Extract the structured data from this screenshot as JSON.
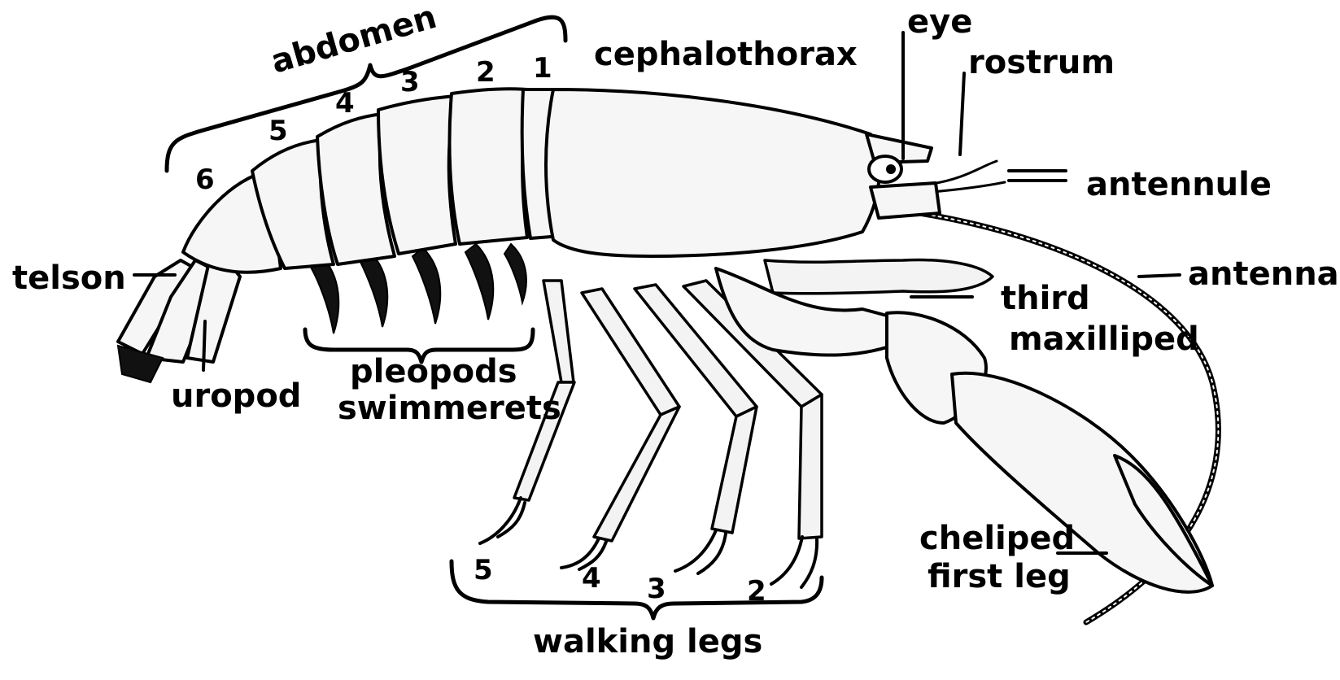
{
  "diagram": {
    "labels": {
      "abdomen": "abdomen",
      "cephalothorax": "cephalothorax",
      "eye": "eye",
      "rostrum": "rostrum",
      "antennule": "antennule",
      "antenna": "antenna",
      "telson": "telson",
      "uropod": "uropod",
      "pleopods": "pleopods",
      "swimmerets": "swimmerets",
      "third": "third",
      "maxilliped": "maxilliped",
      "cheliped": "cheliped",
      "first_leg": "first leg",
      "walking_legs": "walking legs"
    },
    "abdomen_segments": [
      "6",
      "5",
      "4",
      "3",
      "2",
      "1"
    ],
    "walking_leg_numbers": [
      "5",
      "4",
      "3",
      "2"
    ]
  }
}
